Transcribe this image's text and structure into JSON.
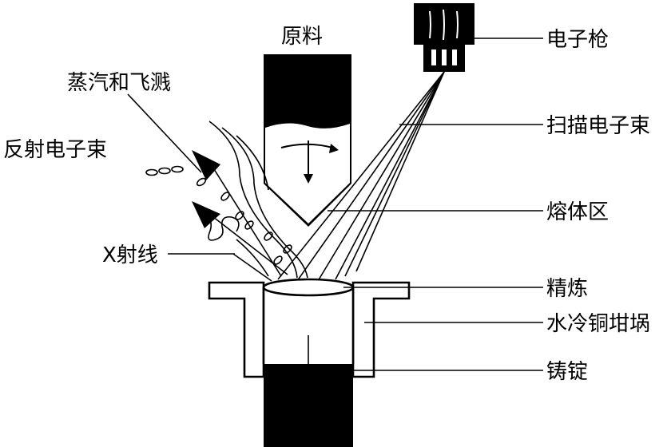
{
  "labels": {
    "raw_material": "原料",
    "electron_gun": "电子枪",
    "vapor_splash": "蒸汽和飞溅",
    "reflected_beam": "反射电子束",
    "scanning_beam": "扫描电子束",
    "melt_zone": "熔体区",
    "xray": "X射线",
    "refining": "精炼",
    "crucible": "水冷铜坩埚",
    "ingot": "铸锭"
  },
  "colors": {
    "ink": "#000000",
    "paper": "#ffffff"
  }
}
